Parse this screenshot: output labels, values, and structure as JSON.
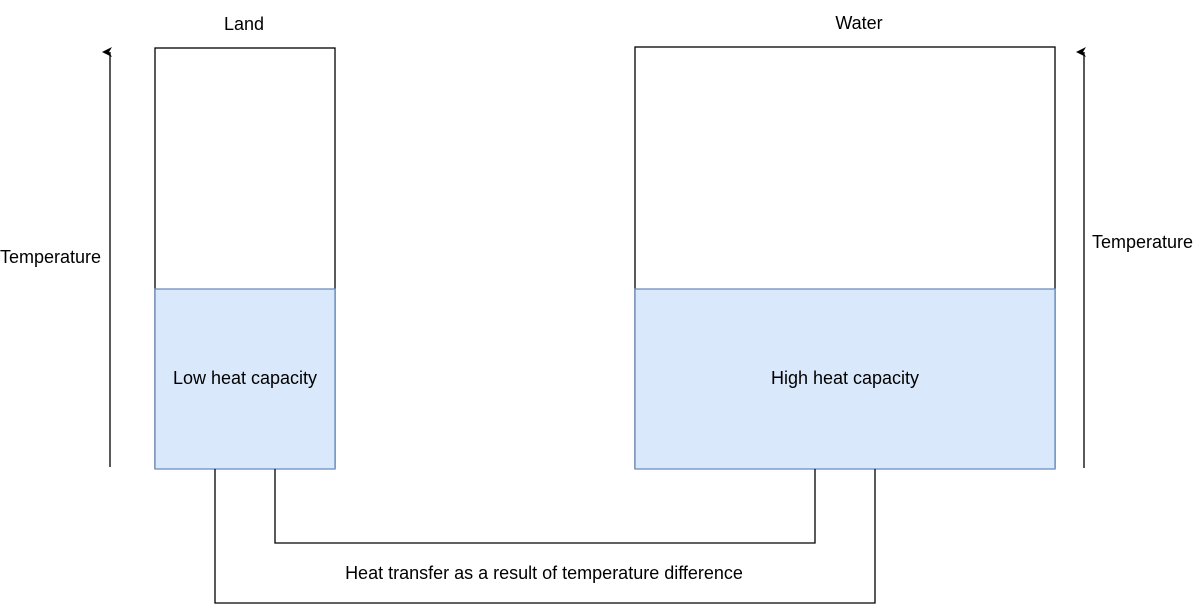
{
  "diagram": {
    "land": {
      "title": "Land",
      "capacity_label": "Low heat capacity",
      "axis_label": "Temperature"
    },
    "water": {
      "title": "Water",
      "capacity_label": "High heat capacity",
      "axis_label": "Temperature"
    },
    "transfer_label": "Heat transfer as a result of temperature difference",
    "colors": {
      "fill": "#dae8fc",
      "fill_stroke": "#6c8ebf",
      "line": "#000000"
    }
  }
}
